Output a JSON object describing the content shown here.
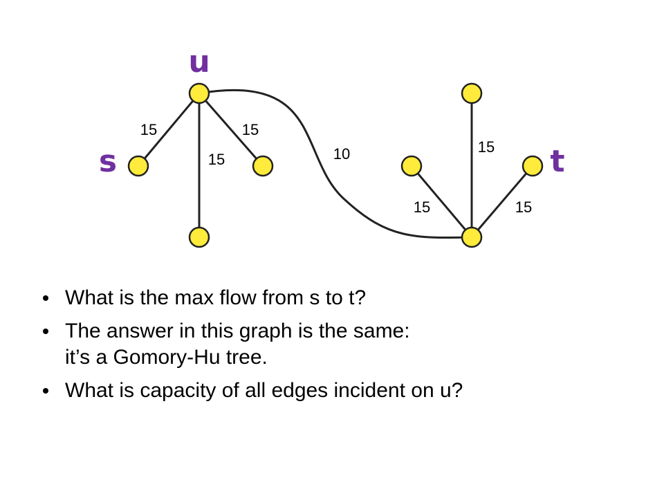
{
  "colors": {
    "node_fill": "#ffeb3b",
    "node_stroke": "#222222",
    "label": "#7030a0",
    "edge": "#222222"
  },
  "nodes": [
    {
      "id": "u",
      "label": "u"
    },
    {
      "id": "s",
      "label": "s"
    },
    {
      "id": "n1",
      "label": ""
    },
    {
      "id": "n2",
      "label": ""
    },
    {
      "id": "n3",
      "label": ""
    },
    {
      "id": "n4",
      "label": ""
    },
    {
      "id": "n5",
      "label": ""
    },
    {
      "id": "t",
      "label": "t"
    }
  ],
  "edges": [
    {
      "from": "u",
      "to": "s",
      "capacity": "15"
    },
    {
      "from": "u",
      "to": "n1",
      "capacity": "15"
    },
    {
      "from": "u",
      "to": "n2",
      "capacity": "15"
    },
    {
      "from": "u",
      "to": "n5",
      "capacity": "10"
    },
    {
      "from": "n5",
      "to": "n3",
      "capacity": "15"
    },
    {
      "from": "n5",
      "to": "n4",
      "capacity": "15"
    },
    {
      "from": "n5",
      "to": "t",
      "capacity": "15"
    }
  ],
  "bullets": [
    {
      "lines": [
        "What is the max flow from s to t?"
      ]
    },
    {
      "lines": [
        "The answer in this graph is the same:",
        "it’s a Gomory-Hu tree."
      ]
    },
    {
      "lines": [
        "What is capacity of all edges incident on u?"
      ]
    }
  ]
}
